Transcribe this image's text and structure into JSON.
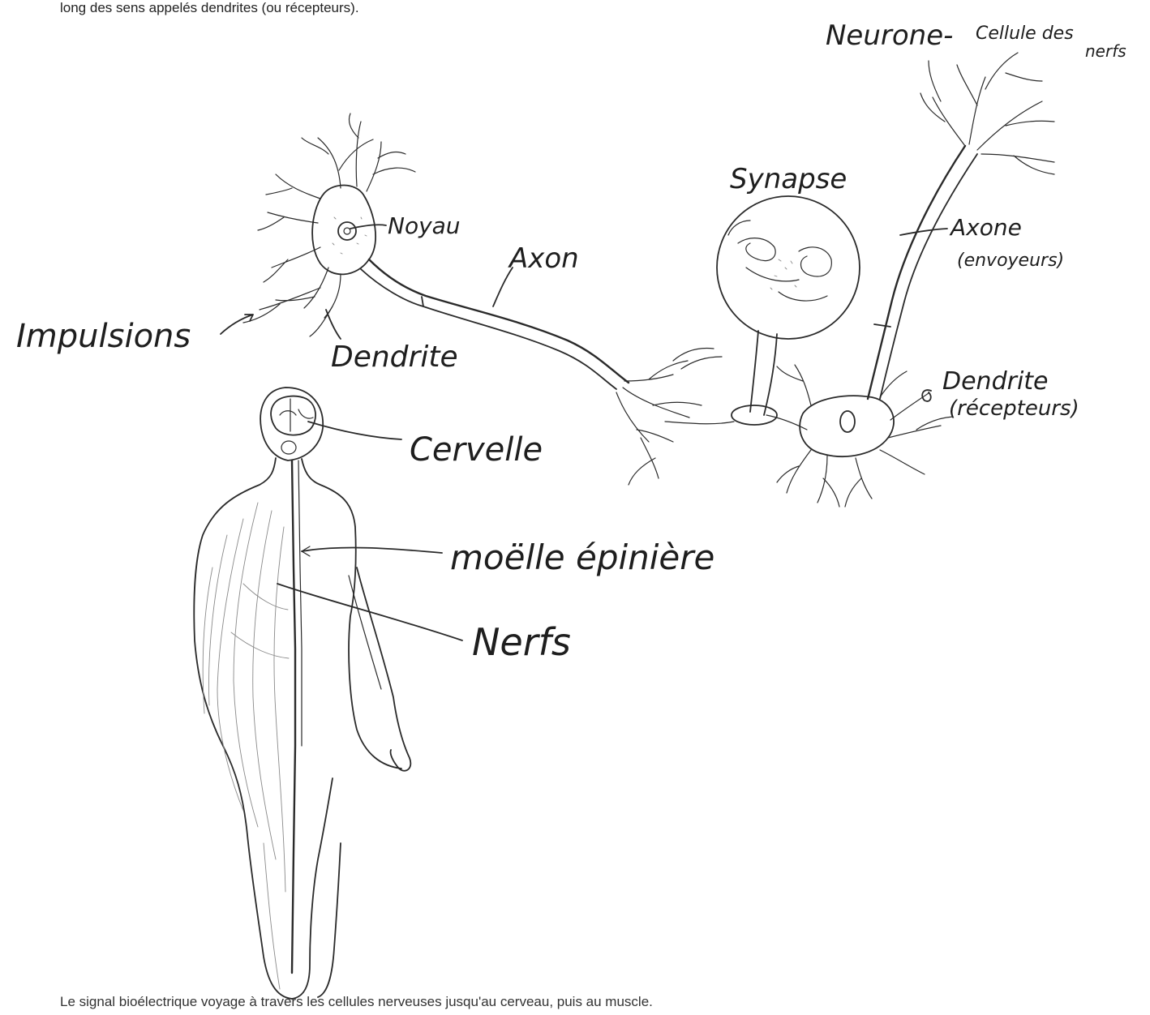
{
  "document": {
    "top_text": "long des sens appelés dendrites (ou récepteurs).",
    "bottom_text": "Le signal bioélectrique voyage à travers les cellules nerveuses jusqu'au cerveau, puis au muscle."
  },
  "diagram": {
    "labels": {
      "neurone": "Neurone-",
      "cellule_des": "Cellule des",
      "nerfs_title": "nerfs",
      "synapse": "Synapse",
      "noyau": "Noyau",
      "axon": "Axon",
      "axone": "Axone",
      "envoyeurs": "(envoyeurs)",
      "impulsions": "Impulsions",
      "dendrite_left": "Dendrite",
      "dendrite_right": "Dendrite",
      "recepteurs": "(récepteurs)",
      "cervelle": "Cervelle",
      "moelle": "moëlle épinière",
      "nerfs": "Nerfs"
    }
  }
}
